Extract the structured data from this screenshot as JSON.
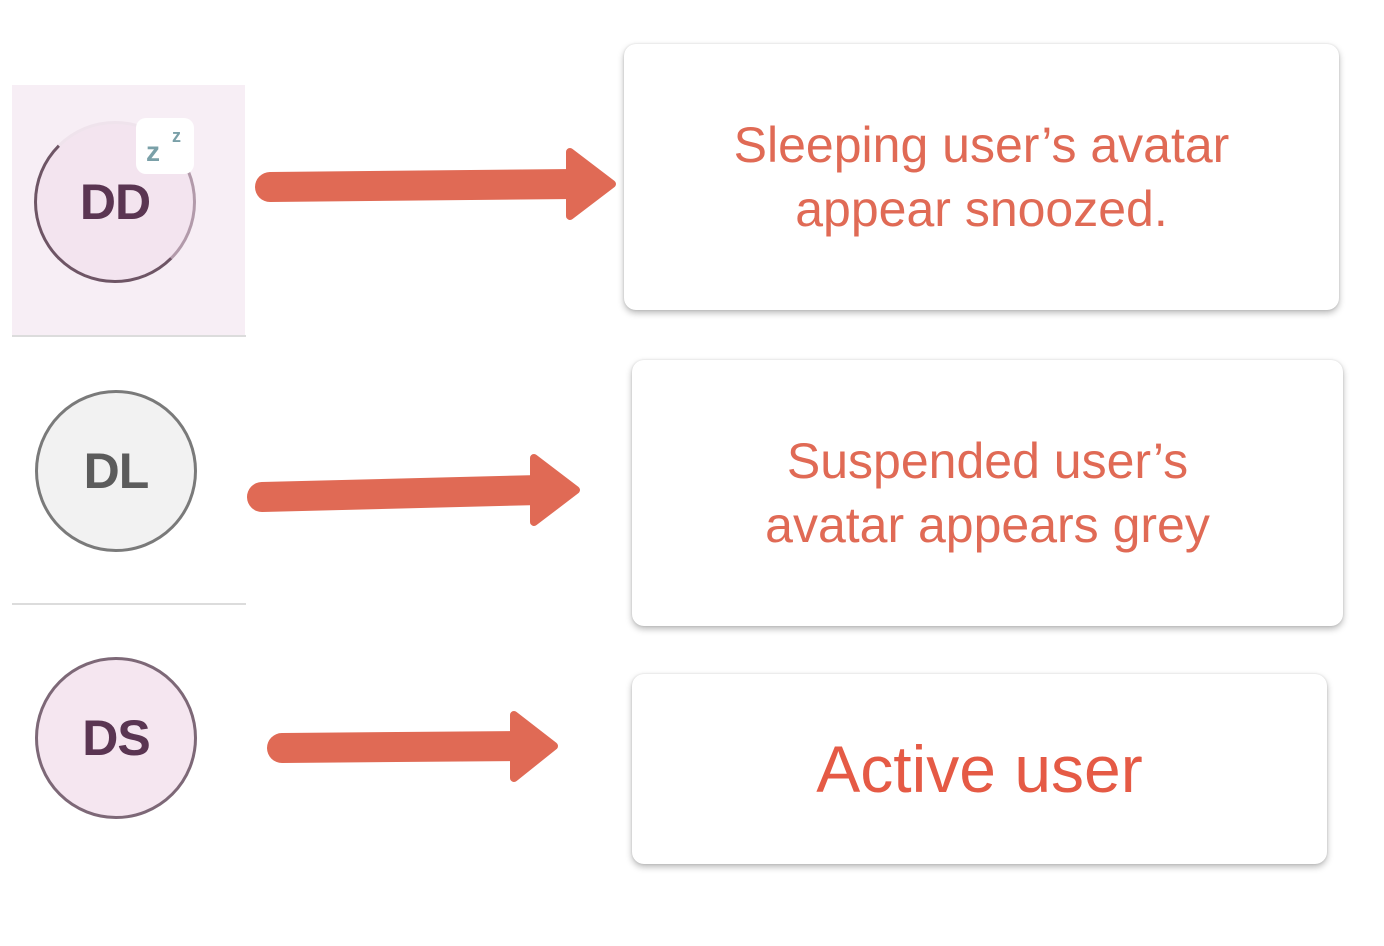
{
  "colors": {
    "arrow": "#e06a55",
    "callout_text": "#e06a55",
    "sleeping_avatar_bg": "#f3e4ef",
    "suspended_avatar_bg": "#f2f2f2",
    "active_avatar_bg": "#f5e6f0"
  },
  "avatars": [
    {
      "initials": "DD",
      "status": "sleeping",
      "badge": "z z"
    },
    {
      "initials": "DL",
      "status": "suspended"
    },
    {
      "initials": "DS",
      "status": "active"
    }
  ],
  "callouts": [
    {
      "text": "Sleeping user’s avatar\nappear snoozed."
    },
    {
      "text": "Suspended user’s\navatar appears grey"
    },
    {
      "text": "Active user"
    }
  ]
}
